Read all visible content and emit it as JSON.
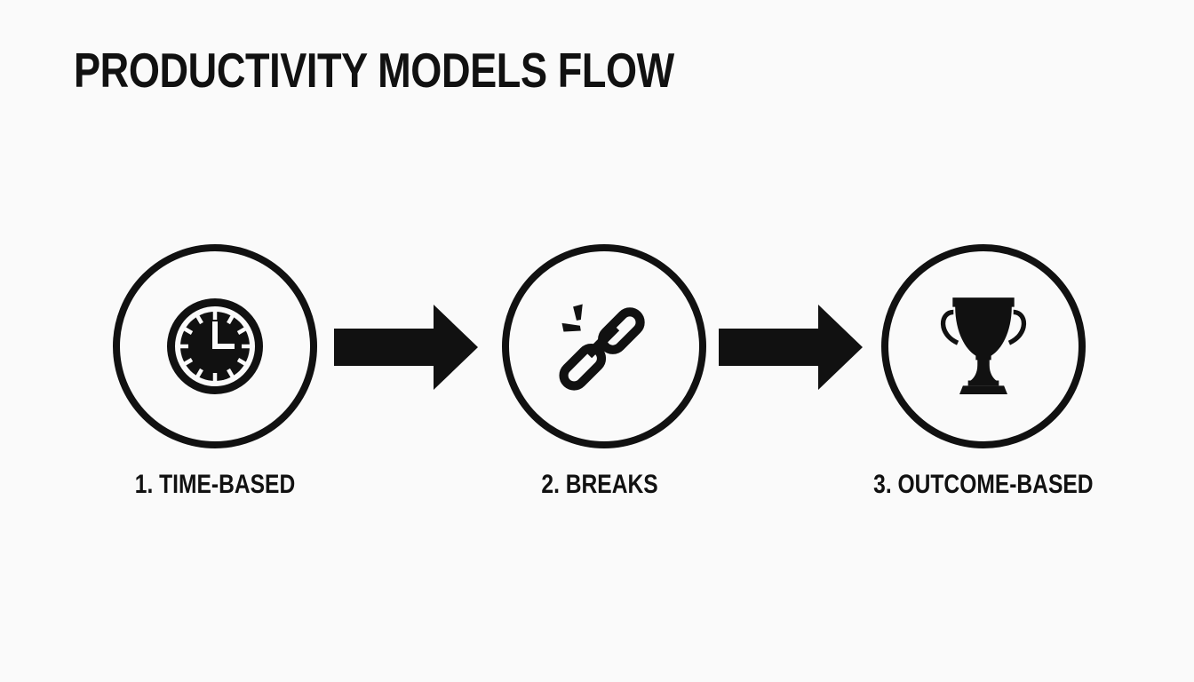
{
  "title": "PRODUCTIVITY MODELS FLOW",
  "colors": {
    "background": "#fafafa",
    "ink": "#111111"
  },
  "steps": [
    {
      "number": "1",
      "label": "1. TIME-BASED",
      "icon": "clock-icon"
    },
    {
      "number": "2",
      "label": "2. BREAKS",
      "icon": "broken-chain-icon"
    },
    {
      "number": "3",
      "label": "3. OUTCOME-BASED",
      "icon": "trophy-icon"
    }
  ],
  "connectors": [
    {
      "icon": "arrow-right-icon"
    },
    {
      "icon": "arrow-right-icon"
    }
  ]
}
